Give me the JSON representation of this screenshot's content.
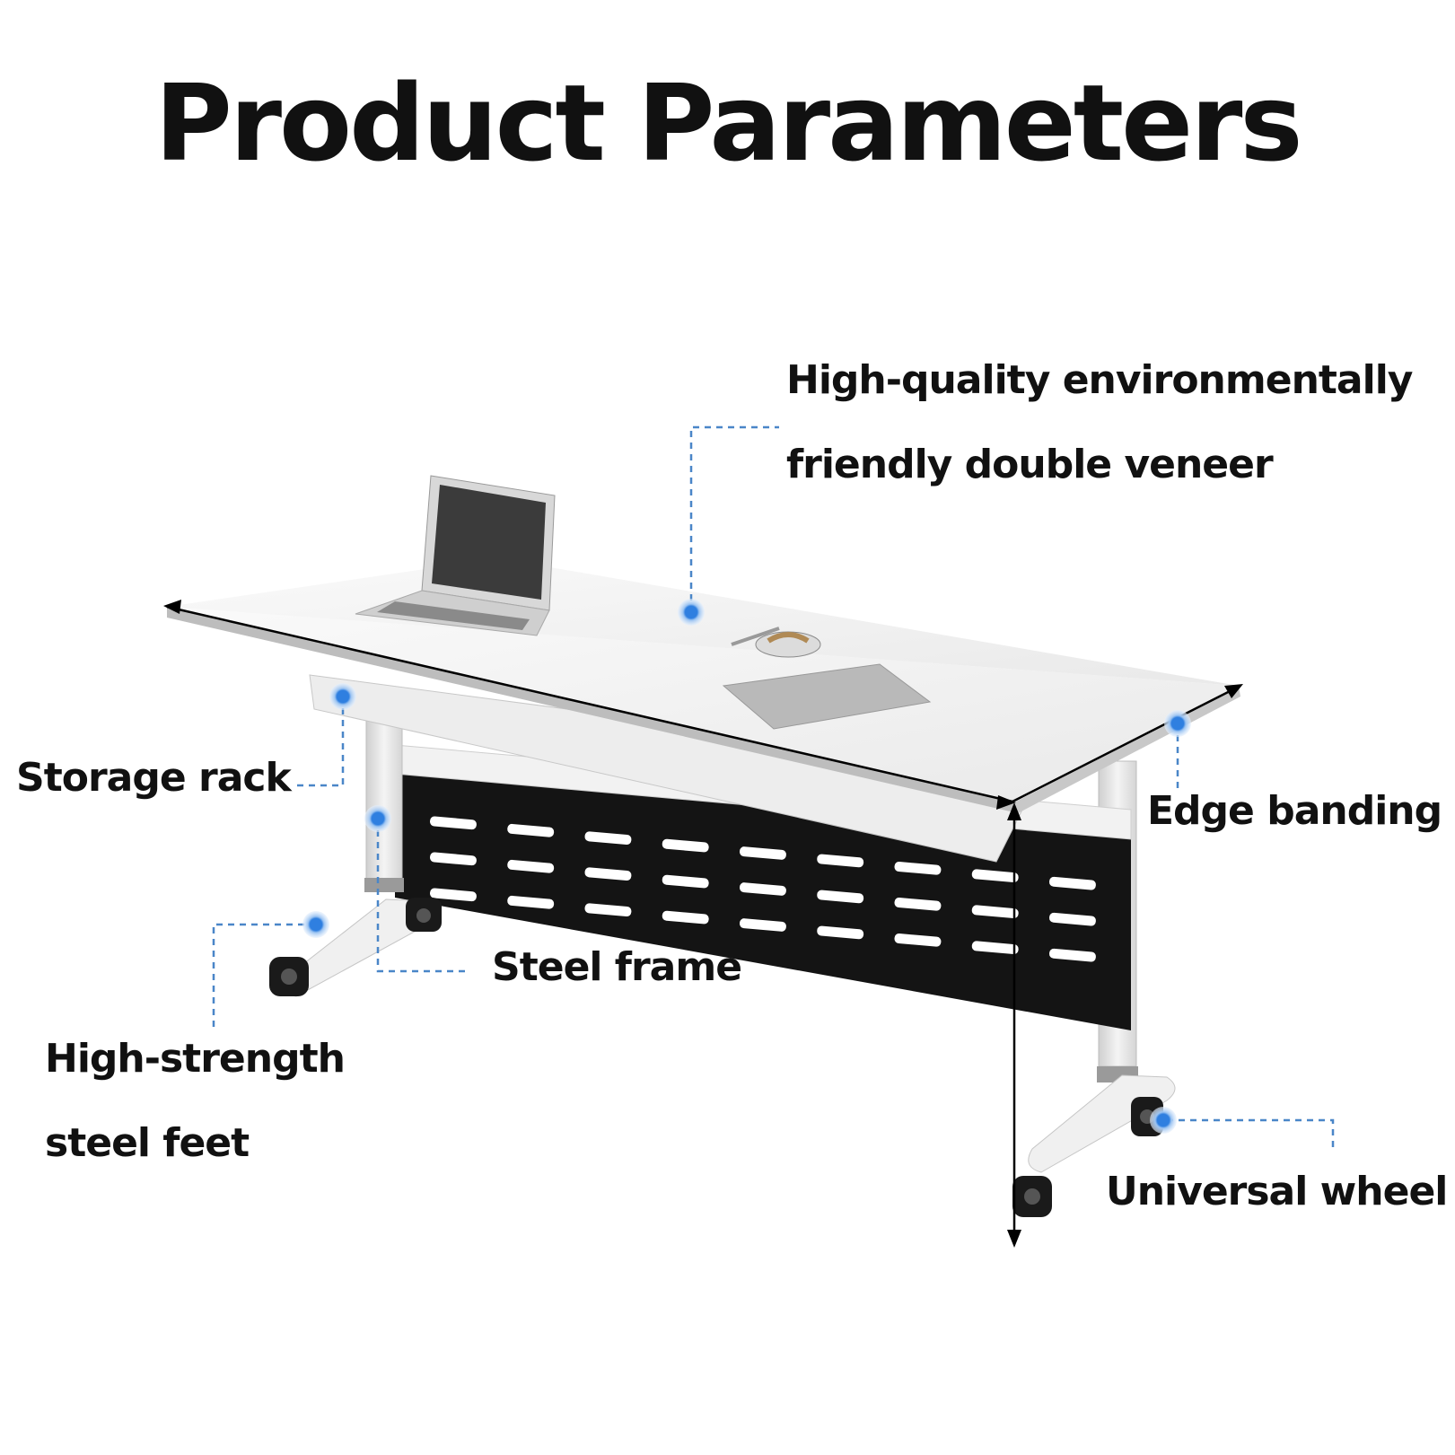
{
  "title": "Product Parameters",
  "labels": {
    "veneer_line1": "High-quality environmentally",
    "veneer_line2": "friendly double veneer",
    "storage_rack": "Storage rack",
    "edge_banding": "Edge banding",
    "steel_frame": "Steel frame",
    "feet_line1": "High-strength",
    "feet_line2": "steel feet",
    "universal_wheel": "Universal wheel"
  },
  "colors": {
    "callout_dot": "#2f7fe0",
    "callout_line": "#4a86c8",
    "panel": "#111111",
    "tabletop": "#f2f2f2",
    "frame": "#e6e6e6"
  }
}
